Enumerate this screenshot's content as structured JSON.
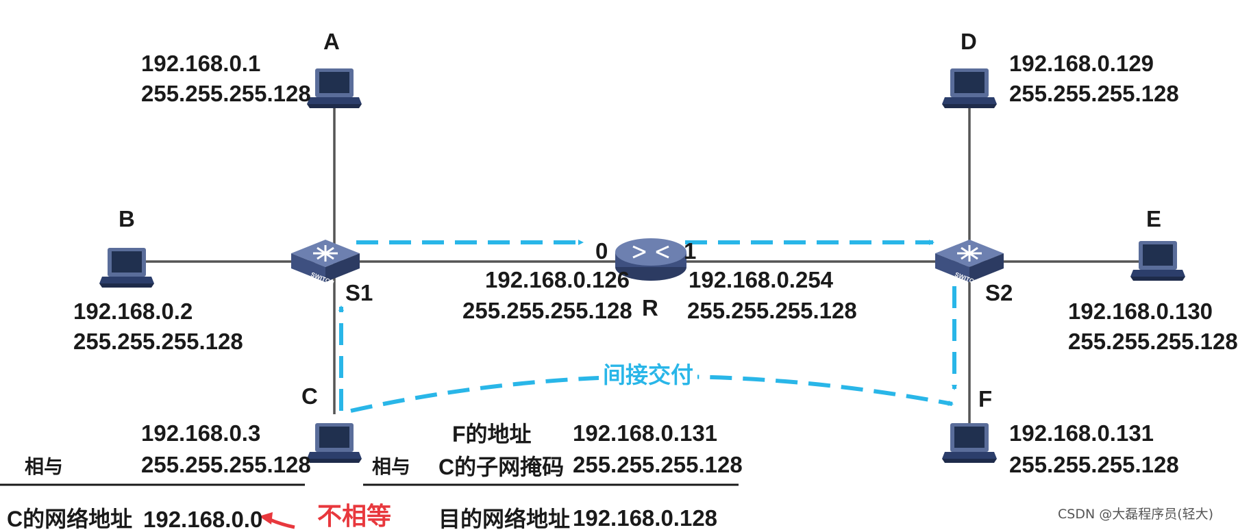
{
  "colors": {
    "arrow": "#29b6e8",
    "line": "#555555",
    "text": "#1a1a1a",
    "red": "#e8383d"
  },
  "hosts": {
    "A": {
      "name": "A",
      "ip": "192.168.0.1",
      "mask": "255.255.255.128"
    },
    "B": {
      "name": "B",
      "ip": "192.168.0.2",
      "mask": "255.255.255.128"
    },
    "C": {
      "name": "C",
      "ip": "192.168.0.3",
      "mask": "255.255.255.128"
    },
    "D": {
      "name": "D",
      "ip": "192.168.0.129",
      "mask": "255.255.255.128"
    },
    "E": {
      "name": "E",
      "ip": "192.168.0.130",
      "mask": "255.255.255.128"
    },
    "F": {
      "name": "F",
      "ip": "192.168.0.131",
      "mask": "255.255.255.128"
    }
  },
  "switches": {
    "s1": {
      "name": "S1",
      "icon_text": "SWITCH"
    },
    "s2": {
      "name": "S2",
      "icon_text": "SWITCH"
    }
  },
  "router": {
    "name": "R",
    "icon_text": "ROUTER",
    "port0": {
      "label": "0",
      "ip": "192.168.0.126",
      "mask": "255.255.255.128"
    },
    "port1": {
      "label": "1",
      "ip": "192.168.0.254",
      "mask": "255.255.255.128"
    }
  },
  "indirect_label": "间接交付",
  "calc_left": {
    "and_label": "相与",
    "result_label": "C的网络地址",
    "result_value": "192.168.0.0"
  },
  "calc_right": {
    "and_label": "相与",
    "f_addr_label": "F的地址",
    "f_addr_value": "192.168.0.131",
    "c_mask_label": "C的子网掩码",
    "c_mask_value": "255.255.255.128",
    "dest_label": "目的网络地址",
    "dest_value": "192.168.0.128"
  },
  "not_equal": "不相等",
  "watermark": "CSDN @大磊程序员(轻大)"
}
